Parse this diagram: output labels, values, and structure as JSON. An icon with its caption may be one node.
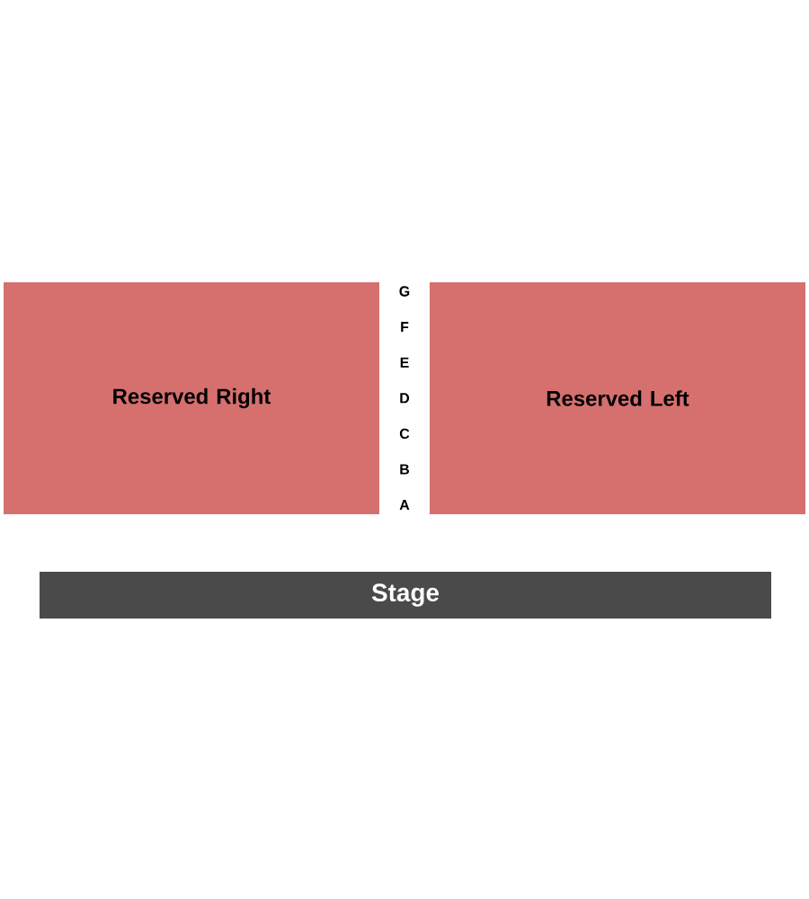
{
  "diagram": {
    "nodes": [
      {
        "text": [
          "Reserved Right"
        ]
      },
      {
        "text": [
          "Reserved Left"
        ]
      },
      {
        "text": [
          "Stage"
        ]
      }
    ],
    "labels": [
      "G",
      "F",
      "E",
      "D",
      "C",
      "B",
      "A"
    ]
  }
}
